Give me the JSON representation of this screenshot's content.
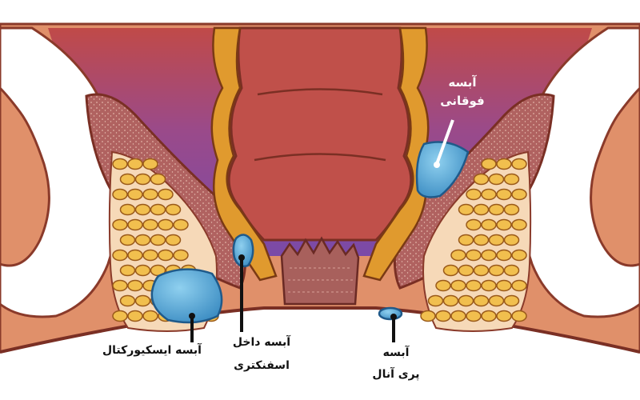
{
  "labels": {
    "supralevator": {
      "line1": "آبسه",
      "line2": "فوقانی"
    },
    "ischiorectal": {
      "line1": "آبسه ایسکیورکتال"
    },
    "intersphincteric": {
      "line1": "آبسه داخل",
      "line2": "اسفنکتری"
    },
    "perianal": {
      "line1": "آبسه",
      "line2": "پری آنال"
    }
  },
  "colors": {
    "skin": "#e0906a",
    "skin_dark": "#8a3a2a",
    "rectum": "#c0504a",
    "rectum_dark": "#8e3634",
    "sphincter": "#e09a2e",
    "pelvic_space": "#8a4f9a",
    "bone": "#ffffff",
    "muscle": "#a85a58",
    "fat": "#f1bf4e",
    "abscess": "#5aa9d6",
    "anal_canal": "#a8605c",
    "label_dark": "#111111",
    "label_light": "#ffffff"
  }
}
